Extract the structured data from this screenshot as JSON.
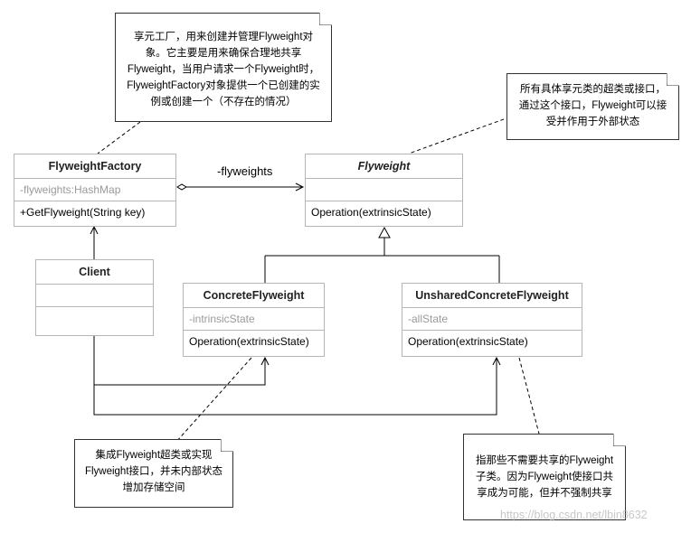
{
  "notes": {
    "factory": [
      "享元工厂，用来创建并管理Flyweight对",
      "象。它主要是用来确保合理地共享",
      "Flyweight，当用户请求一个Flyweight时，",
      "FlyweightFactory对象提供一个已创建的实",
      "例或创建一个（不存在的情况）"
    ],
    "flyweight": [
      "所有具体享元类的超类或接口，",
      "通过这个接口，Flyweight可以接",
      "受并作用于外部状态"
    ],
    "concrete": [
      "集成Flyweight超类或实现",
      "Flyweight接口，并未内部状态",
      "增加存储空间"
    ],
    "unshared": [
      "指那些不需要共享的Flyweight",
      "子类。因为Flyweight使接口共",
      "享成为可能，但并不强制共享"
    ]
  },
  "classes": {
    "factory": {
      "name": "FlyweightFactory",
      "attr": "-flyweights:HashMap",
      "op": "+GetFlyweight(String key)"
    },
    "flyweight": {
      "name": "Flyweight",
      "attr": "",
      "op": "Operation(extrinsicState)"
    },
    "client": {
      "name": "Client"
    },
    "concrete": {
      "name": "ConcreteFlyweight",
      "attr": "-intrinsicState",
      "op": "Operation(extrinsicState)"
    },
    "unshared": {
      "name": "UnsharedConcreteFlyweight",
      "attr": "-allState",
      "op": "Operation(extrinsicState)"
    }
  },
  "association_label": "-flyweights",
  "watermark": "https://blog.csdn.net/lbin8632"
}
